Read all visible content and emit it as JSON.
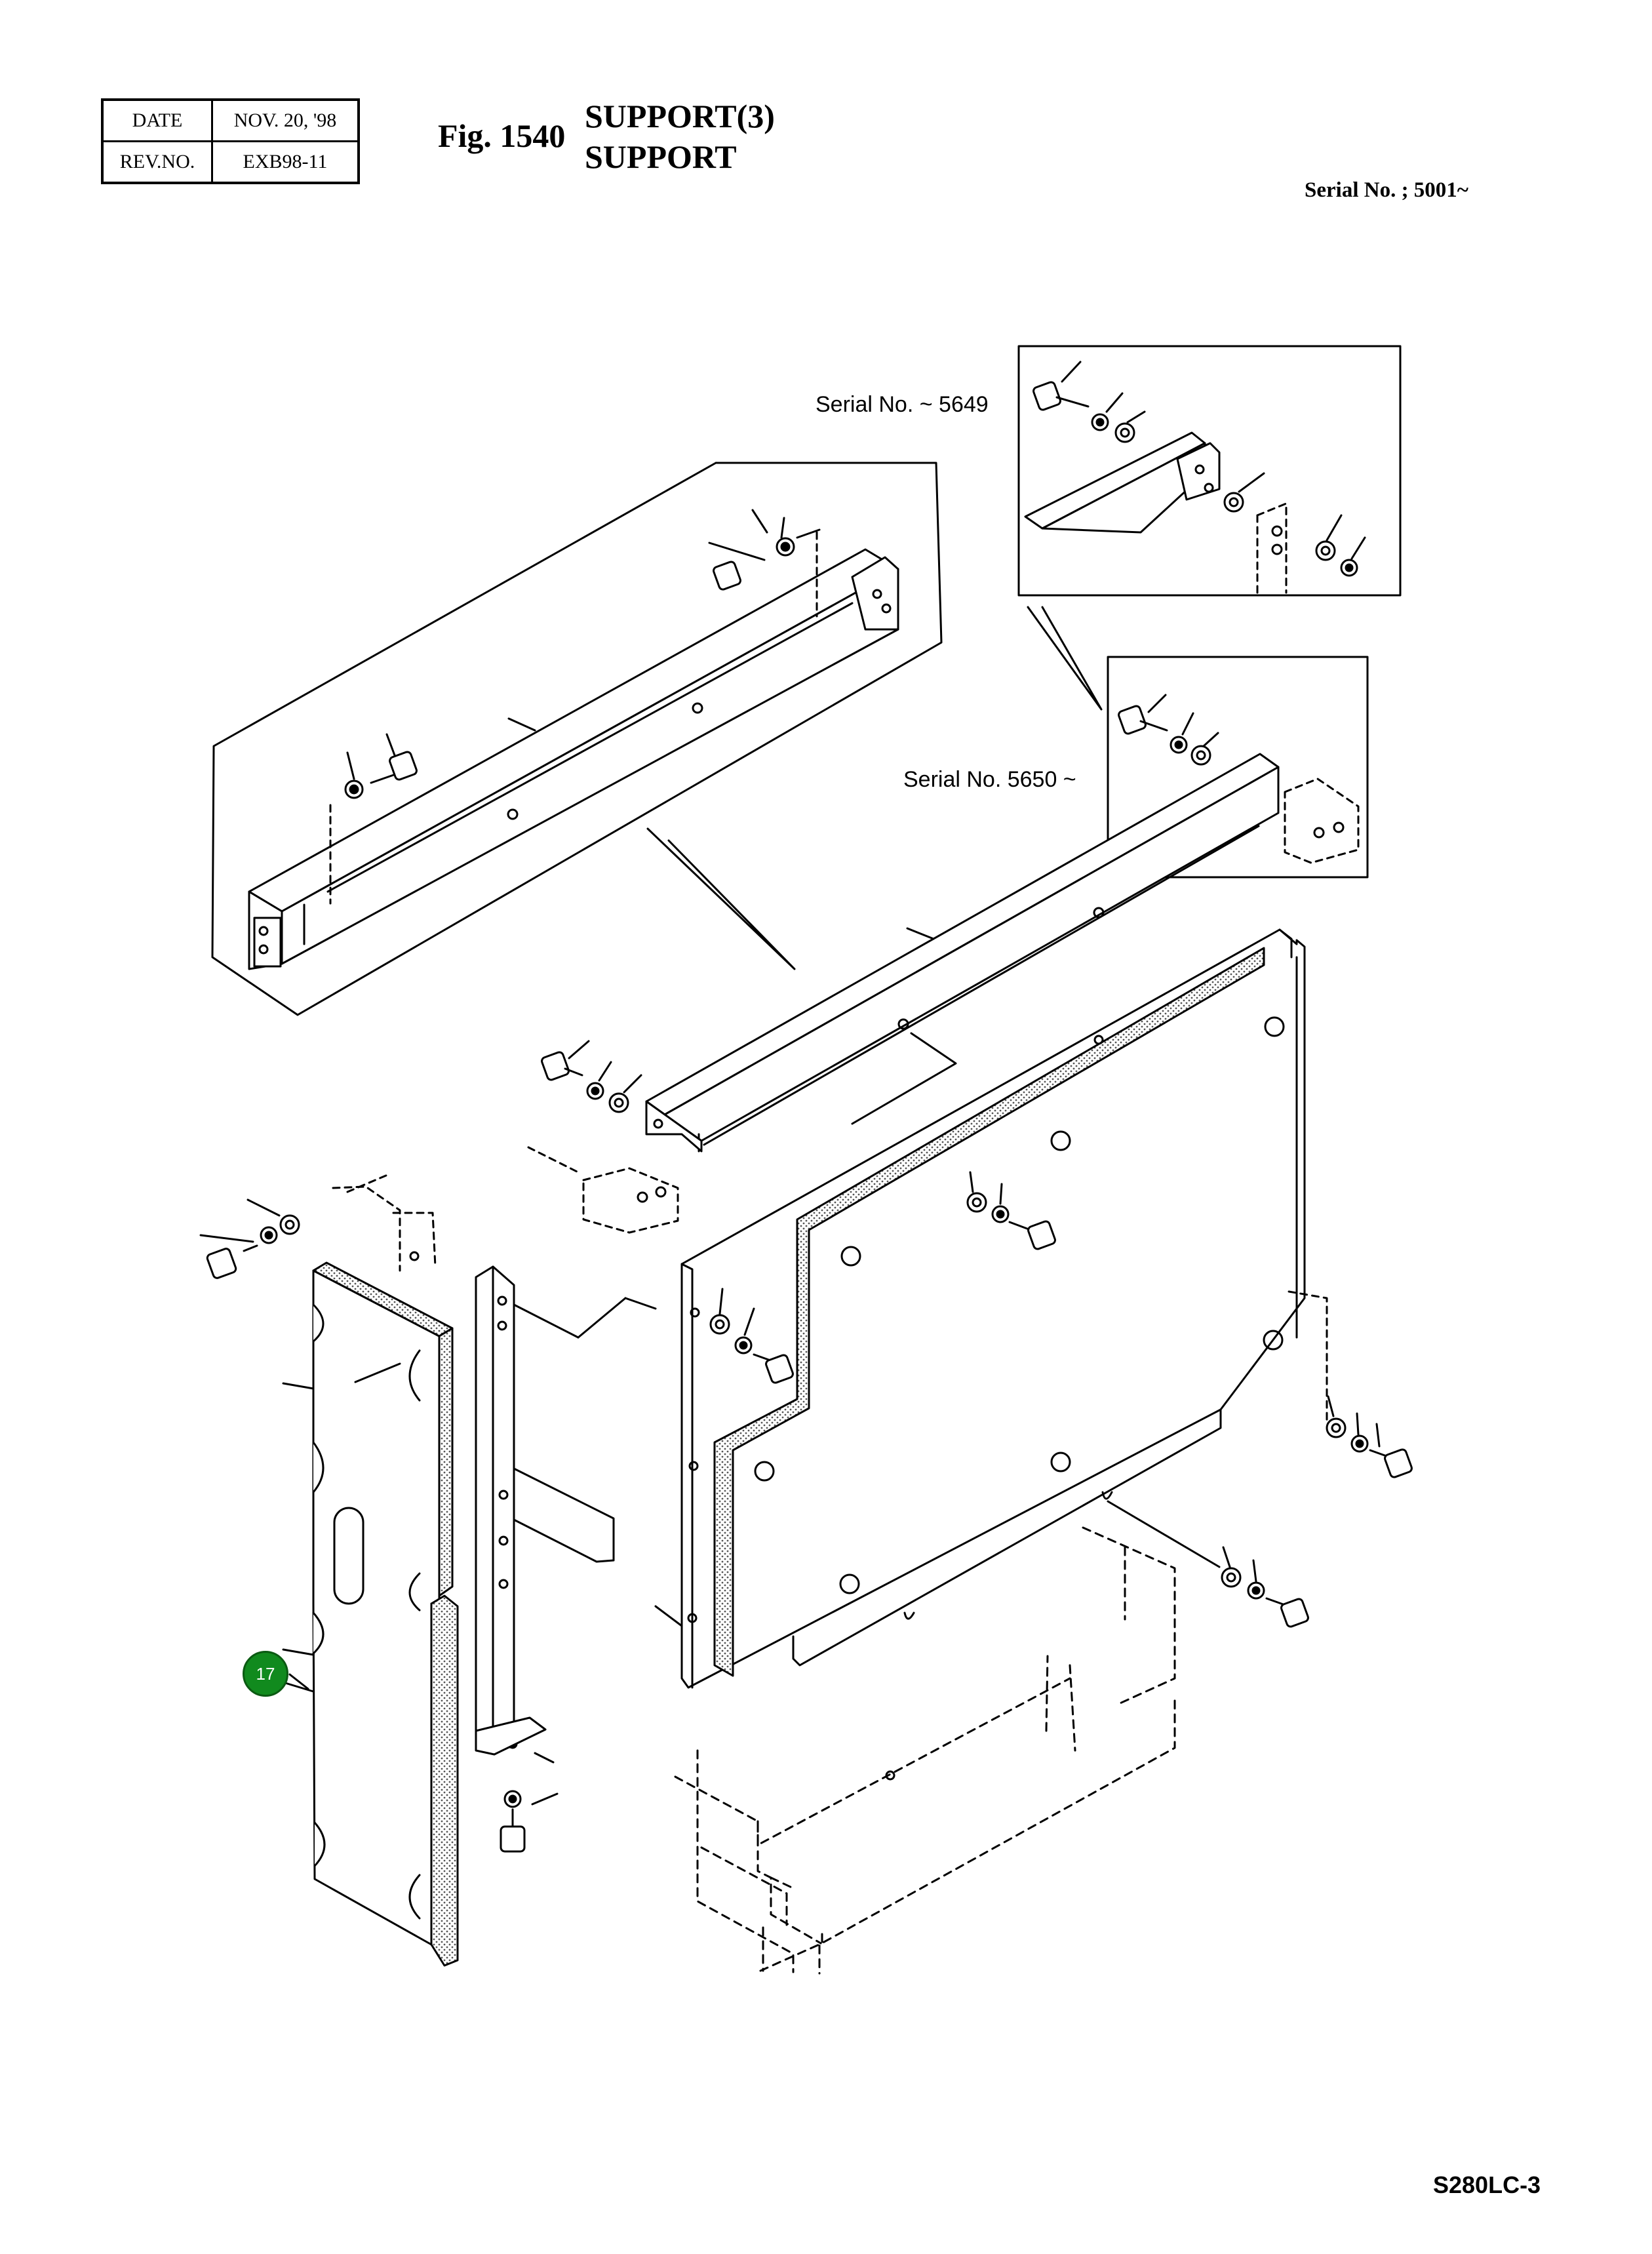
{
  "header": {
    "date_label": "DATE",
    "date_value": "NOV. 20, '98",
    "rev_label": "REV.NO.",
    "rev_value": "EXB98-11"
  },
  "figure": {
    "number": "Fig. 1540",
    "title_line1": "SUPPORT(3)",
    "title_line2": "SUPPORT"
  },
  "serial_range": "Serial No. ; 5001~",
  "insets": {
    "upper_label": "Serial No. ~ 5649",
    "lower_label": "Serial No. 5650 ~"
  },
  "callouts": [
    {
      "label": "17"
    }
  ],
  "model": "S280LC-3"
}
